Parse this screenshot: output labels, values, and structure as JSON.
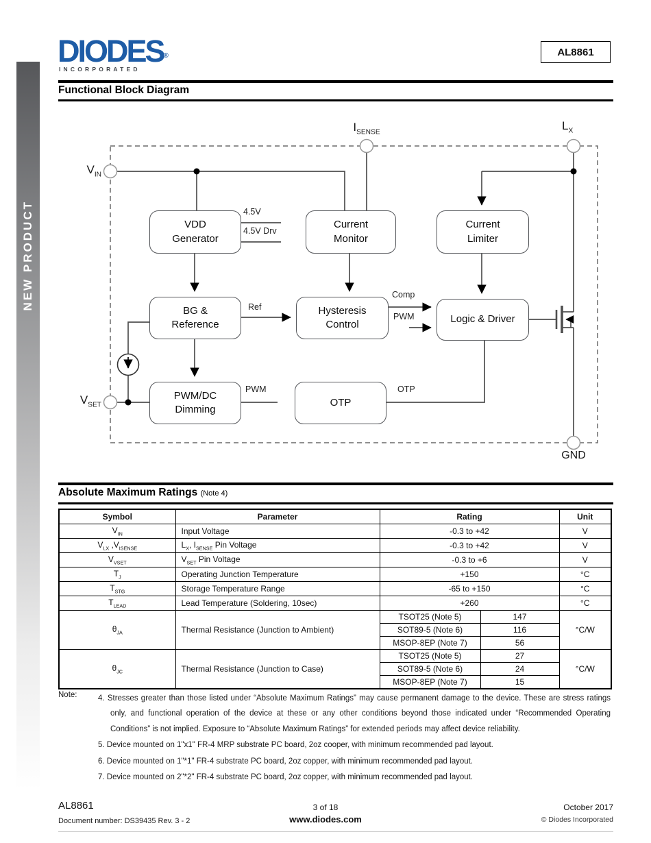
{
  "header": {
    "logo_text": "DIODES",
    "logo_registered": "®",
    "logo_sub": "INCORPORATED",
    "part_box": "AL8861",
    "brand_color": "#1E5CA6"
  },
  "sidebar": {
    "label": "NEW PRODUCT"
  },
  "section_block_diagram": {
    "title": "Functional Block Diagram"
  },
  "diagram": {
    "pins": {
      "isense": "I~SENSE~",
      "lx": "L~X~",
      "vin": "V~IN~",
      "vset": "V~SET~",
      "gnd": "GND"
    },
    "blocks": {
      "vdd": [
        "VDD",
        "Generator"
      ],
      "current_monitor": [
        "Current",
        "Monitor"
      ],
      "current_limiter": [
        "Current",
        "Limiter"
      ],
      "bg_reference": [
        "BG &",
        "Reference"
      ],
      "hysteresis": [
        "Hysteresis",
        "Control"
      ],
      "logic_driver": [
        "Logic & Driver"
      ],
      "pwm_dc": [
        "PWM/DC",
        "Dimming"
      ],
      "otp": [
        "OTP"
      ]
    },
    "wire_labels": {
      "v45": "4.5V",
      "v45drv": "4.5V Drv",
      "ref": "Ref",
      "comp": "Comp",
      "pwm_in": "PWM",
      "pwm_out": "PWM",
      "otp": "OTP"
    }
  },
  "section_ratings": {
    "title": "Absolute Maximum Ratings",
    "note_ref": "(Note 4)"
  },
  "table": {
    "headers": [
      "Symbol",
      "Parameter",
      "Rating",
      "Unit"
    ],
    "rows": [
      {
        "symbol": "V~IN~",
        "parameter": "Input Voltage",
        "rating": "-0.3 to +42",
        "unit": "V"
      },
      {
        "symbol": "V~LX~ ,V~ISENSE~",
        "parameter": "L~X~, I~SENSE~ Pin Voltage",
        "rating": "-0.3 to +42",
        "unit": "V"
      },
      {
        "symbol": "V~VSET~",
        "parameter": "V~SET~ Pin Voltage",
        "rating": "-0.3 to +6",
        "unit": "V"
      },
      {
        "symbol": "T~J~",
        "parameter": "Operating Junction Temperature",
        "rating": "+150",
        "unit": "°C"
      },
      {
        "symbol": "T~STG~",
        "parameter": "Storage Temperature Range",
        "rating": "-65 to +150",
        "unit": "°C"
      },
      {
        "symbol": "T~LEAD~",
        "parameter": "Lead Temperature (Soldering, 10sec)",
        "rating": "+260",
        "unit": "°C"
      }
    ],
    "thermal": [
      {
        "symbol": "θ~JA~",
        "parameter": "Thermal Resistance (Junction to Ambient)",
        "unit": "°C/W",
        "entries": [
          {
            "pkg": "TSOT25 (Note 5)",
            "val": "147"
          },
          {
            "pkg": "SOT89-5 (Note 6)",
            "val": "116"
          },
          {
            "pkg": "MSOP-8EP (Note 7)",
            "val": "56"
          }
        ]
      },
      {
        "symbol": "θ~JC~",
        "parameter": "Thermal Resistance (Junction to Case)",
        "unit": "°C/W",
        "entries": [
          {
            "pkg": "TSOT25 (Note 5)",
            "val": "27"
          },
          {
            "pkg": "SOT89-5 (Note 6)",
            "val": "24"
          },
          {
            "pkg": "MSOP-8EP (Note 7)",
            "val": "15"
          }
        ]
      }
    ]
  },
  "notes": {
    "label": "Note:",
    "items": [
      {
        "num": "4.",
        "text": "Stresses greater than those listed under “Absolute Maximum Ratings” may cause permanent damage to the device. These are stress ratings only, and functional operation of the device at these or any other conditions beyond those indicated under “Recommended Operating Conditions” is not implied. Exposure to “Absolute Maximum Ratings” for extended periods may affect device reliability."
      },
      {
        "num": "5.",
        "text": "Device mounted on 1\"x1\" FR-4 MRP substrate PC board, 2oz cooper, with minimum recommended pad layout."
      },
      {
        "num": "6.",
        "text": "Device mounted on 1\"*1\" FR-4 substrate PC board, 2oz copper, with minimum recommended pad layout."
      },
      {
        "num": "7.",
        "text": "Device mounted on 2\"*2\" FR-4 substrate PC board, 2oz copper, with minimum recommended pad layout."
      }
    ]
  },
  "footer": {
    "part": "AL8861",
    "doc_number": "Document number: DS39435  Rev. 3 - 2",
    "page": "3 of 18",
    "website": "www.diodes.com",
    "date": "October 2017",
    "copyright": "© Diodes Incorporated"
  }
}
